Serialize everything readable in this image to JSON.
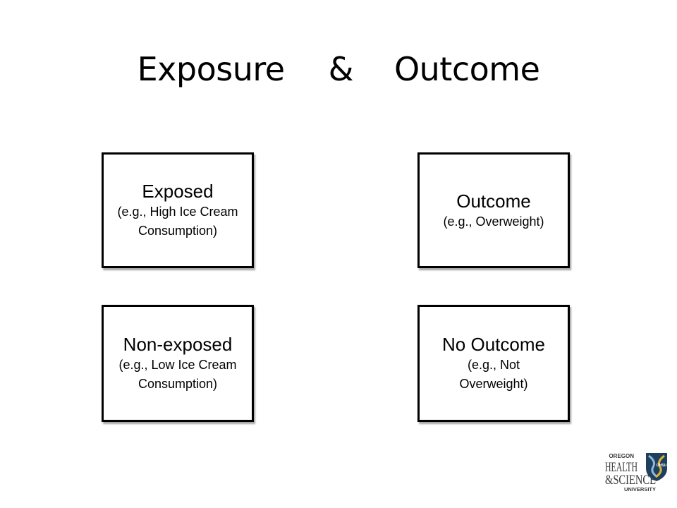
{
  "slide": {
    "title": {
      "word1": "Exposure",
      "amp": "&",
      "word2": "Outcome"
    },
    "boxes": {
      "exposed": {
        "heading": "Exposed",
        "example": "(e.g., High Ice Cream Consumption)"
      },
      "outcome": {
        "heading": "Outcome",
        "example": "(e.g., Overweight)"
      },
      "nonexposed": {
        "heading": "Non-exposed",
        "example": "(e.g., Low Ice Cream Consumption)"
      },
      "nooutcome": {
        "heading": "No Outcome",
        "example": "(e.g., Not Overweight)"
      }
    },
    "logo": {
      "line1": "OREGON",
      "line2": "HEALTH",
      "line3": "&SCIENCE",
      "line4": "UNIVERSITY",
      "shield": "OHSU",
      "colors": {
        "text": "#3a3a3a",
        "shield_dark": "#1f3f5f",
        "shield_light": "#8fb8d8",
        "shield_accent": "#d9b43a"
      }
    }
  }
}
